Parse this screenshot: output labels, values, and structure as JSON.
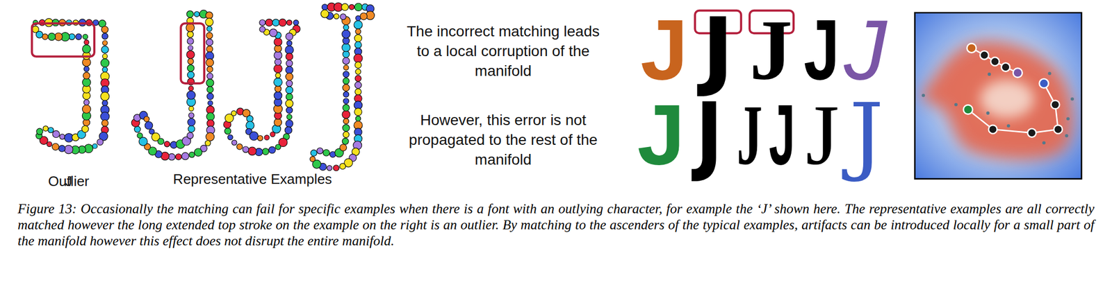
{
  "diagram": {
    "caption": "Figure 13: Occasionally the matching can fail for specific examples when there is a font with an outlying character, for example the ‘J’ shown here. The representative examples are all correctly matched however the long extended top stroke on the example on the right is an outlier. By matching to the ascenders of the typical examples, artifacts can be introduced locally for a small part of the manifold however this effect does not disrupt the entire manifold.",
    "labels": [
      "Outlier",
      "Representative Examples",
      "The incorrect matching leads to a local corruption of the manifold",
      "However, this error is not propagated to the rest of the manifold",
      "J",
      "J",
      "J",
      "J",
      "J",
      "J",
      "J",
      "J",
      "J",
      "J",
      "J",
      "J"
    ]
  }
}
